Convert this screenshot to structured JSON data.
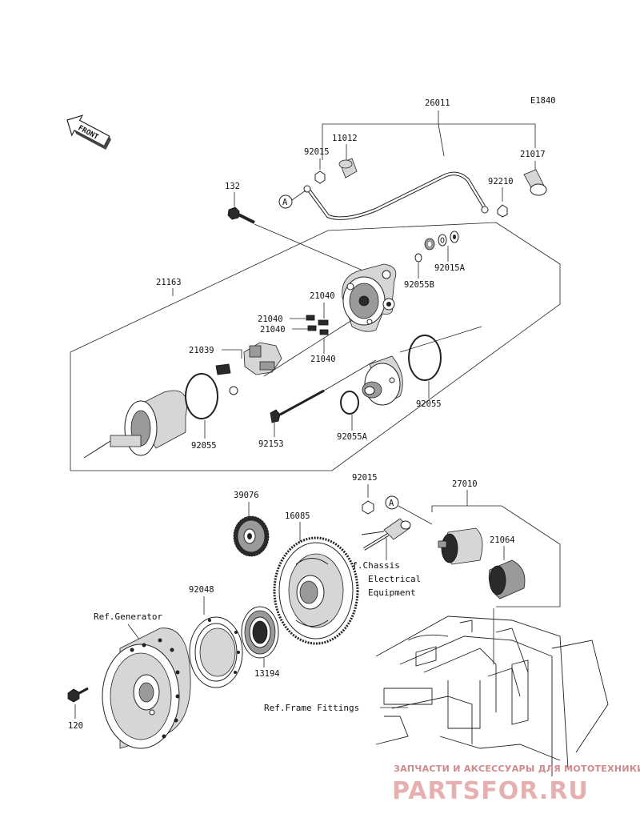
{
  "diagram": {
    "code": "E1840",
    "front_label": "FRONT",
    "ref_marker": "A",
    "parts": {
      "p26011": "26011",
      "p11012": "11012",
      "p92015_top": "92015",
      "p21017": "21017",
      "p92210": "92210",
      "p132": "132",
      "p92015A": "92015A",
      "p92055B": "92055B",
      "p21163": "21163",
      "p21040_a": "21040",
      "p21040_b": "21040",
      "p21040_c": "21040",
      "p21040_d": "21040",
      "p21039": "21039",
      "p92055_left": "92055",
      "p92055_right": "92055",
      "p92153": "92153",
      "p92055A": "92055A",
      "p92015_mid": "92015",
      "p27010": "27010",
      "p39076": "39076",
      "p16085": "16085",
      "p21064": "21064",
      "p92048": "92048",
      "p13194": "13194",
      "p120": "120"
    },
    "refs": {
      "generator": "Ref.Generator",
      "chassis_1": "Ref.Chassis",
      "chassis_2": "Electrical",
      "chassis_3": "Equipment",
      "frame": "Ref.Frame Fittings"
    }
  },
  "watermark": {
    "tagline": "ЗАПЧАСТИ И АКСЕССУАРЫ ДЛЯ МОТОТЕХНИКИ",
    "logo": "PARTSFOR.RU"
  }
}
